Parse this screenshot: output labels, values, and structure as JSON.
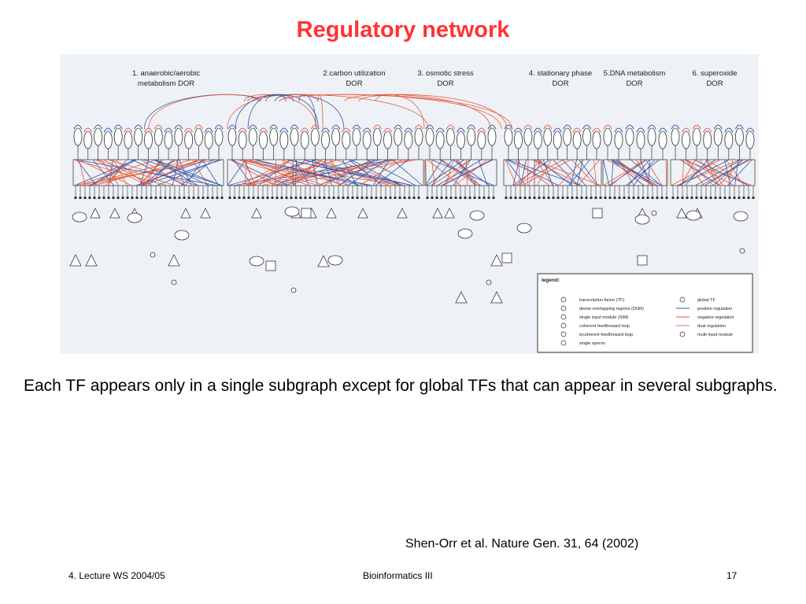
{
  "slide": {
    "title": "Regulatory network",
    "body": "Each TF appears only in a single subgraph except for global TFs that can appear in several subgraphs.",
    "citation": "Shen-Orr et al. Nature Gen. 31, 64 (2002)"
  },
  "figure": {
    "dors": [
      {
        "line1": "1. anaerobic/aerobic",
        "line2": "metabolism DOR"
      },
      {
        "line1": "2.carbon utilization",
        "line2": "DOR"
      },
      {
        "line1": "3. osmotic stress",
        "line2": "DOR"
      },
      {
        "line1": "4. stationary phase",
        "line2": "DOR"
      },
      {
        "line1": "5.DNA metabolism",
        "line2": "DOR"
      },
      {
        "line1": "6. superoxide",
        "line2": "DOR"
      }
    ],
    "legend": {
      "title": "legend:",
      "items": [
        "transcription factor (TF)",
        "dense overlapping regions (DOR)",
        "single input module (SIM)",
        "coherent feedforward loop",
        "incoherent feedforward loop",
        "single operon"
      ],
      "items_right": [
        "global TF",
        "positive regulation",
        "negative regulation",
        "dual regulation",
        "multi-input module"
      ]
    },
    "colors": {
      "positive": "#3355aa",
      "negative": "#e85a3a",
      "title": "#ff3333"
    }
  },
  "footer": {
    "left": "4. Lecture WS 2004/05",
    "center": "Bioinformatics III",
    "right": "17"
  }
}
